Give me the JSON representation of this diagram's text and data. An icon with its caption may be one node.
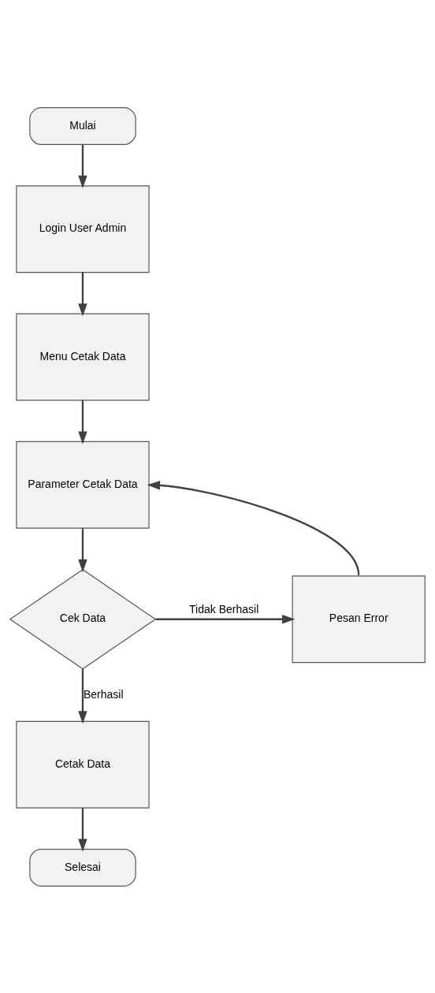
{
  "diagram": {
    "nodes": [
      {
        "text": [
          "Mulai"
        ]
      },
      {
        "text": [
          "Login User Admin"
        ]
      },
      {
        "text": [
          "Menu Cetak Data"
        ]
      },
      {
        "text": [
          "Parameter Cetak Data"
        ]
      },
      {
        "text": [
          "Cek Data"
        ]
      },
      {
        "text": [
          "Pesan Error"
        ]
      },
      {
        "text": [
          "Cetak Data"
        ]
      },
      {
        "text": [
          "Selesai"
        ]
      }
    ],
    "edges": [
      {
        "from": 0,
        "to": 1,
        "arrow": "to"
      },
      {
        "from": 1,
        "to": 2,
        "arrow": "to"
      },
      {
        "from": 2,
        "to": 3,
        "arrow": "to"
      },
      {
        "from": 3,
        "to": 4,
        "arrow": "to"
      },
      {
        "from": 4,
        "to": 5,
        "arrow": "to",
        "label": "Tidak Berhasil"
      },
      {
        "from": 5,
        "to": 3,
        "arrow": "to"
      },
      {
        "from": 4,
        "to": 6,
        "arrow": "to",
        "label": "Berhasil"
      },
      {
        "from": 6,
        "to": 7,
        "arrow": "to"
      }
    ]
  }
}
